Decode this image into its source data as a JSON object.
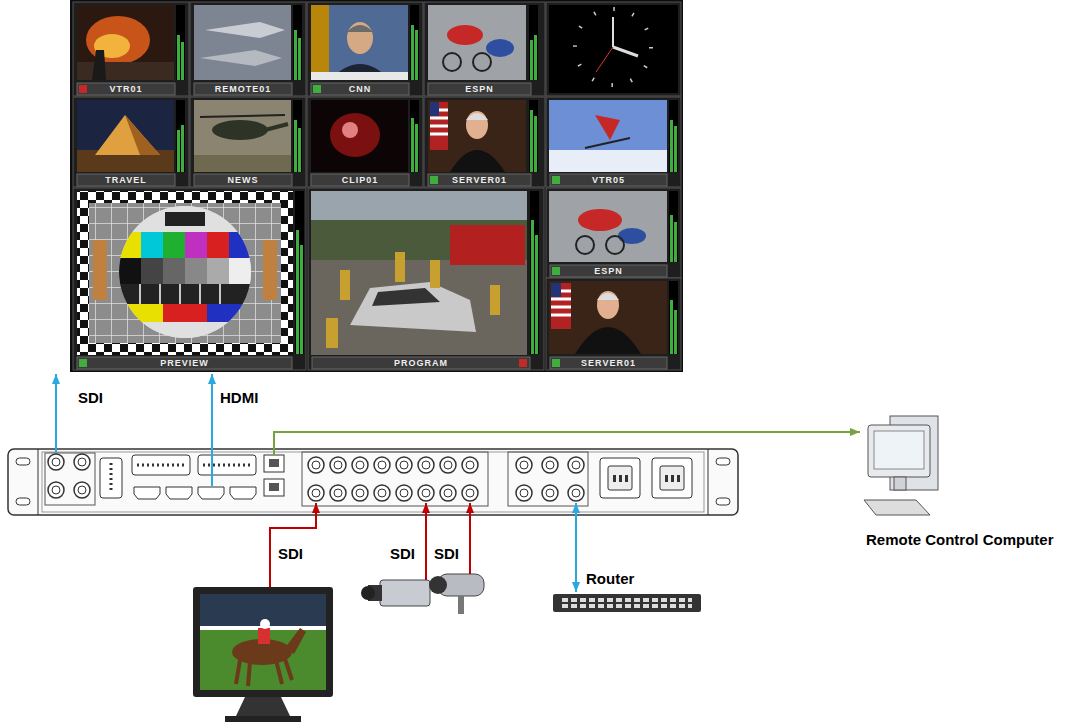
{
  "diagram": {
    "nodes": [
      {
        "text": [
          "VTR01"
        ]
      },
      {
        "text": [
          "REMOTE01"
        ]
      },
      {
        "text": [
          "CNN"
        ]
      },
      {
        "text": [
          "ESPN"
        ]
      },
      {
        "text": [
          "TRAVEL"
        ]
      },
      {
        "text": [
          "NEWS"
        ]
      },
      {
        "text": [
          "CLIP01"
        ]
      },
      {
        "text": [
          "SERVER01"
        ]
      },
      {
        "text": [
          "VTR05"
        ]
      },
      {
        "text": [
          "PREVIEW"
        ]
      },
      {
        "text": [
          "PROGRAM"
        ]
      },
      {
        "text": [
          "ESPN"
        ]
      },
      {
        "text": [
          "SERVER01"
        ]
      },
      {
        "text": [
          "Remote Control Computer"
        ]
      },
      {
        "text": [
          "Router"
        ]
      }
    ],
    "labels": [
      "SDI",
      "HDMI",
      "SDI",
      "SDI",
      "SDI"
    ]
  }
}
